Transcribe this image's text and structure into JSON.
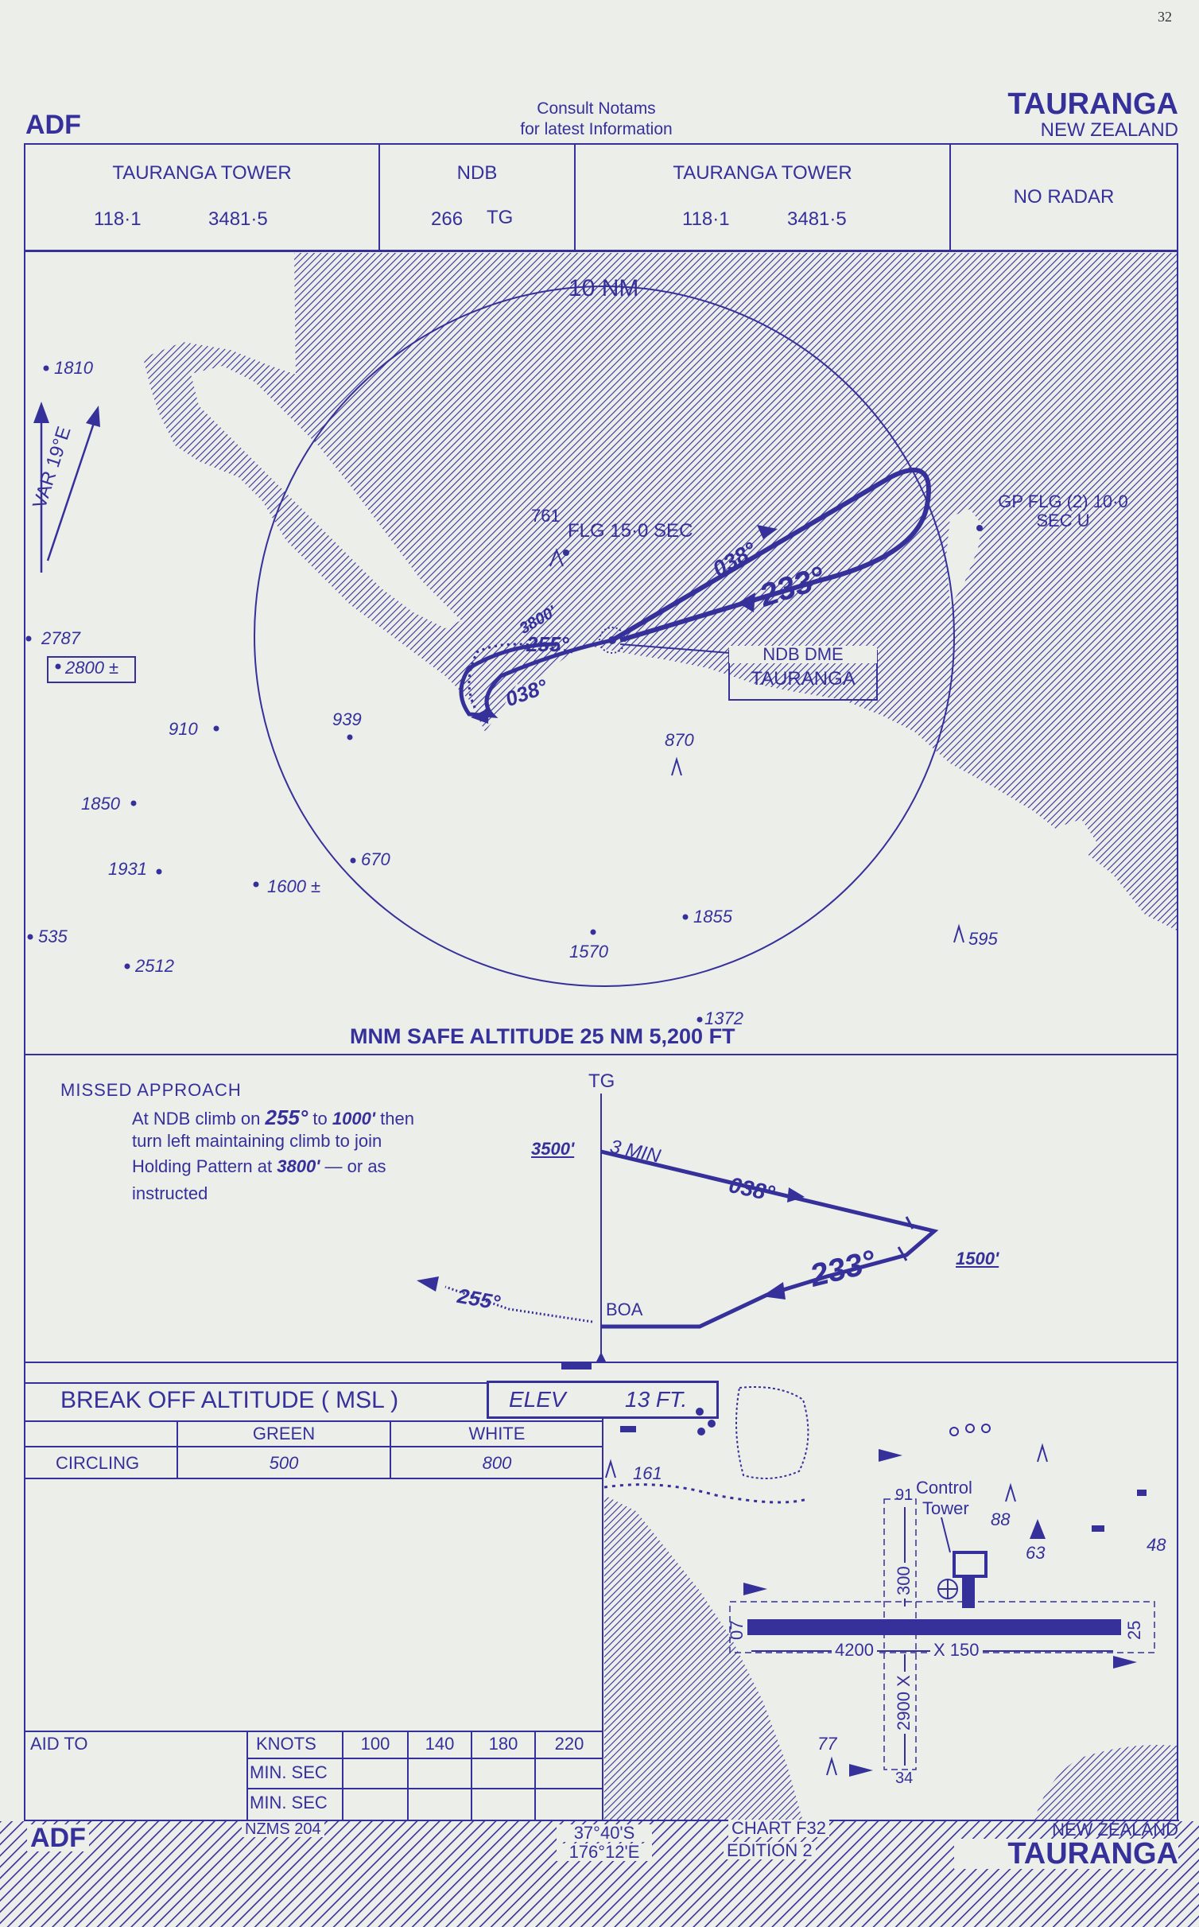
{
  "page_number": "32",
  "header": {
    "type": "ADF",
    "notice_line1": "Consult  Notams",
    "notice_line2": "for latest  Information",
    "location": "TAURANGA",
    "country": "NEW ZEALAND"
  },
  "comm_boxes": [
    {
      "title": "TAURANGA  TOWER",
      "freq1": "118·1",
      "freq2": "3481·5"
    },
    {
      "title": "NDB",
      "freq1": "266",
      "freq2": "TG"
    },
    {
      "title": "TAURANGA  TOWER",
      "freq1": "118·1",
      "freq2": "3481·5"
    },
    {
      "title": "NO RADAR"
    }
  ],
  "plan_view": {
    "range_ring": "10 NM",
    "variation": "VAR  19°E",
    "beacon_label": "FLG 15·0 SEC",
    "beacon_elev": "761",
    "light_label_1": "GP FLG (2) 10·0",
    "light_label_2": "SEC U",
    "ndb_label_1": "NDB DME",
    "ndb_label_2": "TAURANGA",
    "holding_alt": "3800'",
    "outbound_hdg": "038°",
    "inbound_hdg": "233°",
    "missed_hdg": "255°",
    "min_safe_altitude": "MNM SAFE ALTITUDE 25 NM  5,200 FT",
    "spot_heights": [
      "1810",
      "2787",
      "2800 ±",
      "910",
      "939",
      "1850",
      "1931",
      "1600 ±",
      "670",
      "535",
      "2512",
      "1570",
      "1855",
      "870",
      "595",
      "1372"
    ]
  },
  "profile": {
    "missed_title": "MISSED APPROACH",
    "missed_line1_a": "At NDB climb on ",
    "missed_line1_b": "255°",
    "missed_line1_c": " to ",
    "missed_line1_d": "1000'",
    "missed_line1_e": " then",
    "missed_line2": "turn left maintaining  climb to join",
    "missed_line3_a": "Holding Pattern at ",
    "missed_line3_b": "3800'",
    "missed_line3_c": " —   or as",
    "missed_line4": "instructed",
    "fix": "TG",
    "alt_start": "3500'",
    "time": "3 MIN",
    "outbound": "038°",
    "inbound": "233°",
    "alt_turn": "1500'",
    "boa": "BOA",
    "missed_hdg": "255°"
  },
  "minima": {
    "title": "BREAK OFF ALTITUDE ( MSL )",
    "elev_label": "ELEV",
    "elev_value": "13  FT.",
    "col_green": "GREEN",
    "col_white": "WHITE",
    "row_label": "CIRCLING",
    "green_value": "500",
    "white_value": "800"
  },
  "timing_table": {
    "aid_to": "AID TO",
    "knots": "KNOTS",
    "speeds": [
      "100",
      "140",
      "180",
      "220"
    ],
    "row1": "MIN. SEC",
    "row2": "MIN. SEC"
  },
  "aerodrome": {
    "control_tower_1": "Control",
    "control_tower_2": "Tower",
    "runway_length": "4200",
    "runway_width": "X 150",
    "cross_runway": "2900 X",
    "cross_upper": "300",
    "rwy_07": "07",
    "rwy_25": "25",
    "label_91": "91",
    "label_34": "34",
    "elev_161": "161",
    "elev_88": "88",
    "elev_63": "63",
    "elev_48": "48",
    "elev_77": "77"
  },
  "footer": {
    "type": "ADF",
    "map_ref": "NZMS  204",
    "lat": "37°40'S",
    "lon": "176°12'E",
    "chart": "CHART  F32",
    "edition": "EDITION   2",
    "country": "NEW ZEALAND",
    "location": "TAURANGA"
  },
  "colors": {
    "ink": "#35309a",
    "paper": "#eceee9"
  }
}
